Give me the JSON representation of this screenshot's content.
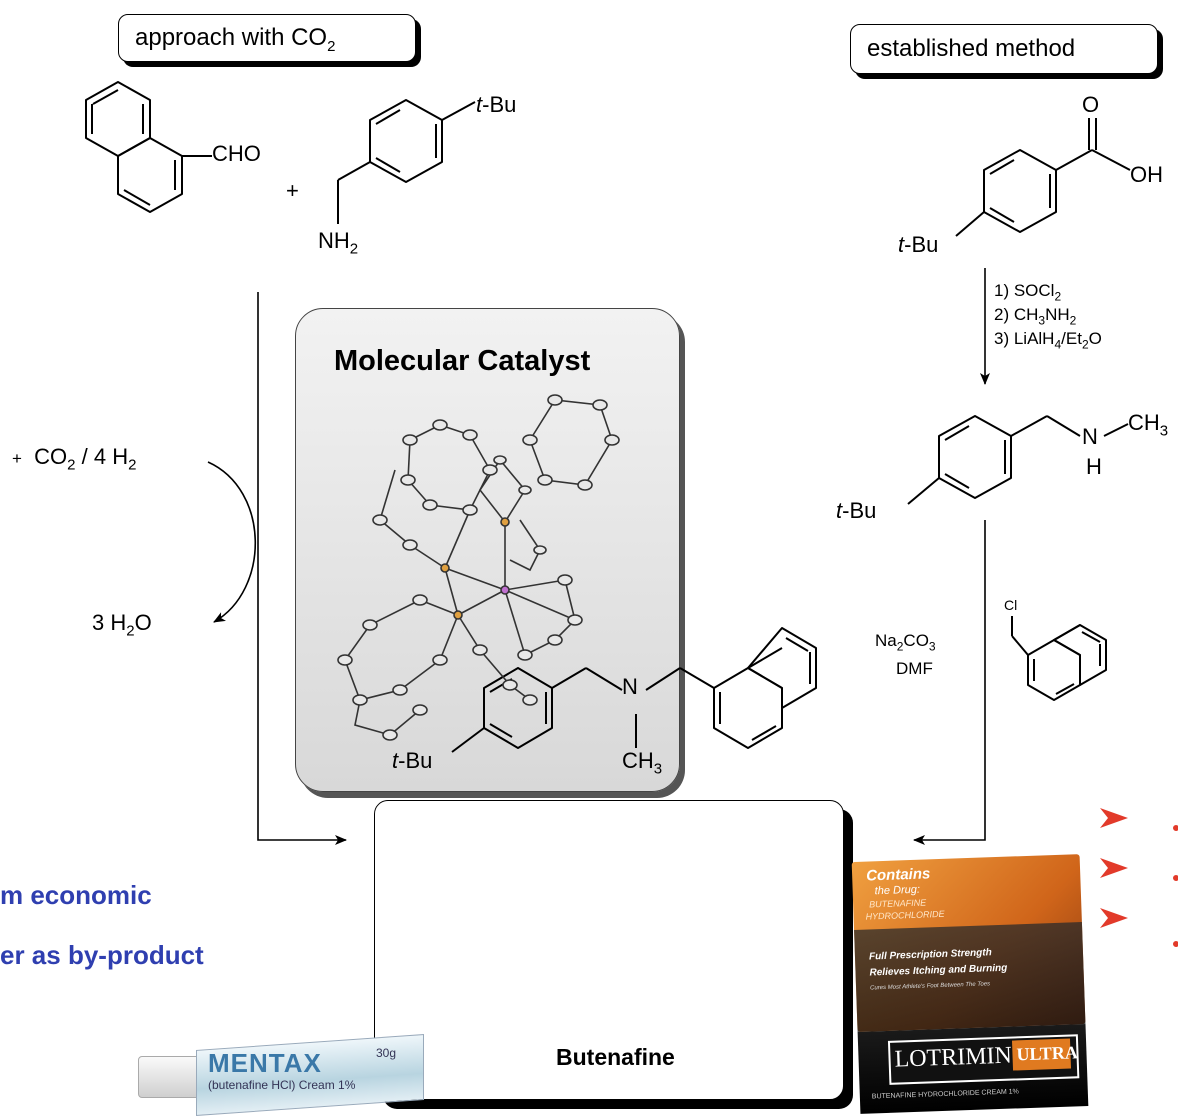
{
  "labels": {
    "approach": "approach with CO",
    "approach_sub": "2",
    "established": "established method",
    "catalyst_title": "Molecular Catalyst",
    "product_name": "Butenafine"
  },
  "left_scheme": {
    "cho": "CHO",
    "plus": "+",
    "tbu_prefix": "t",
    "tbu_suffix": "-Bu",
    "nh": "NH",
    "nh_sub": "2",
    "reagent_plus": "+",
    "co2": "CO",
    "co2_sub": "2",
    "h2_text": " / 4 H",
    "h2_sub": "2",
    "water_pre": "3 H",
    "water_sub": "2",
    "water_post": "O"
  },
  "right_scheme": {
    "o_label": "O",
    "oh_label": "OH",
    "tbu_prefix": "t",
    "tbu_suffix": "-Bu",
    "step1_pre": "1) SOCl",
    "step1_sub": "2",
    "step2_pre": "2) CH",
    "step2_sub1": "3",
    "step2_mid": "NH",
    "step2_sub2": "2",
    "step3_pre": "3) LiAlH",
    "step3_sub1": "4",
    "step3_mid": "/Et",
    "step3_sub2": "2",
    "step3_post": "O",
    "n_label": "N",
    "h_label": "H",
    "ch3_pre": "CH",
    "ch3_sub": "3",
    "na2co3_pre": "Na",
    "na2co3_sub1": "2",
    "na2co3_mid": "CO",
    "na2co3_sub2": "3",
    "dmf": "DMF",
    "cl_label": "Cl"
  },
  "product": {
    "tbu_prefix": "t",
    "tbu_suffix": "-Bu",
    "n_label": "N",
    "ch3_pre": "CH",
    "ch3_sub": "3"
  },
  "left_text": {
    "line1": "m economic",
    "line2": "er as by-product"
  },
  "mentax": {
    "brand": "MENTAX",
    "weight": "30g",
    "subtitle": "(butenafine HCl) Cream 1%"
  },
  "lotrimin": {
    "contains": "Contains",
    "the_drug": "the Drug:",
    "drug1": "BUTENAFINE",
    "drug2": "HYDROCHLORIDE",
    "strength": "Full Prescription Strength",
    "relieves": "Relieves Itching and Burning",
    "cures": "Cures Most Athlete's Foot Between The Toes",
    "brand1": "LOTRIMIN",
    "brand2": "ULTRA",
    "bottom": "BUTENAFINE HYDROCHLORIDE CREAM 1%"
  },
  "colors": {
    "bullet_red": "#e23a2a",
    "accent_blue": "#2f3fb0",
    "lotrimin_orange": "#e07a20"
  },
  "icons": [
    "arrowhead-bullet-icon"
  ]
}
